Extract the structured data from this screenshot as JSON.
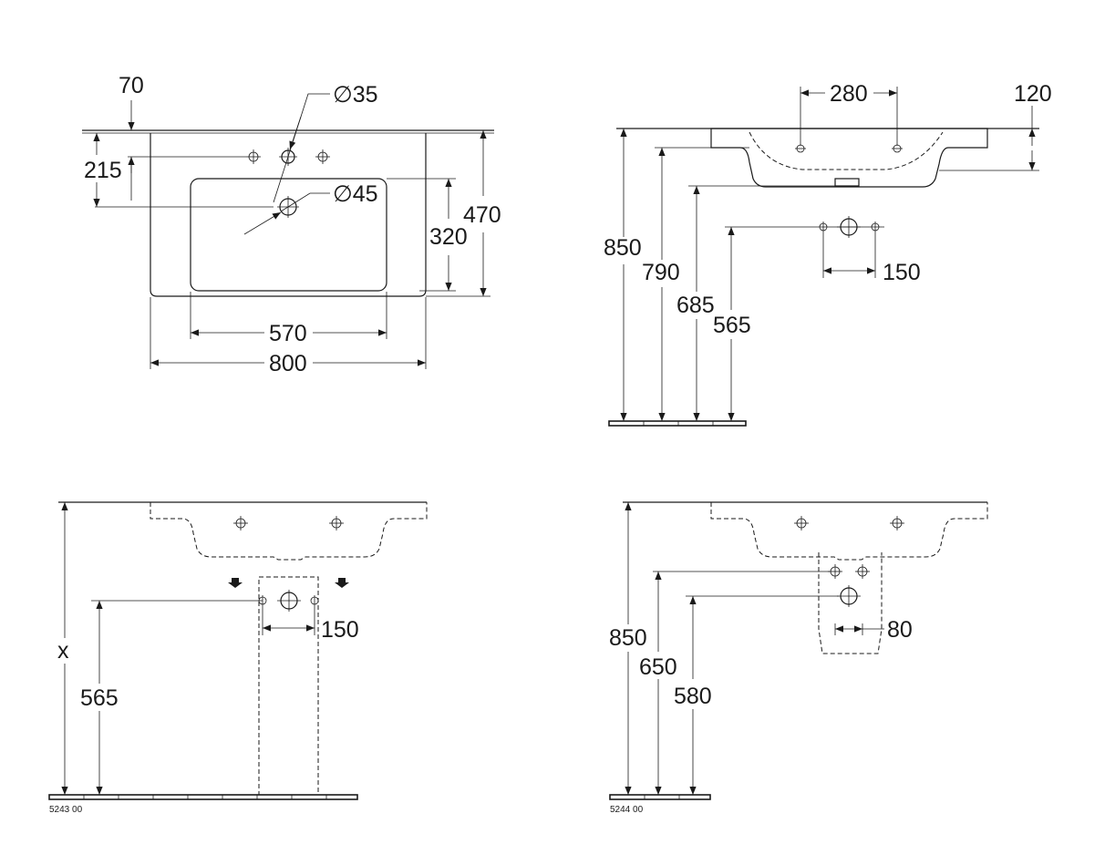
{
  "views": {
    "top": {
      "dim_tap_offset": "70",
      "dim_tap_hole": "∅35",
      "dim_tap_depth": "215",
      "dim_waste_hole": "∅45",
      "dim_bowl_depth": "320",
      "dim_total_depth": "470",
      "dim_bowl_width": "570",
      "dim_total_width": "800"
    },
    "side": {
      "dim_tap_spacing": "280",
      "dim_height_top": "120",
      "dim_850": "850",
      "dim_790": "790",
      "dim_685": "685",
      "dim_565": "565",
      "dim_150": "150"
    },
    "pedestal": {
      "dim_x": "x",
      "dim_565": "565",
      "dim_150": "150",
      "code": "5243 00"
    },
    "semi_pedestal": {
      "dim_850": "850",
      "dim_650": "650",
      "dim_580": "580",
      "dim_80": "80",
      "code": "5244 00"
    }
  }
}
